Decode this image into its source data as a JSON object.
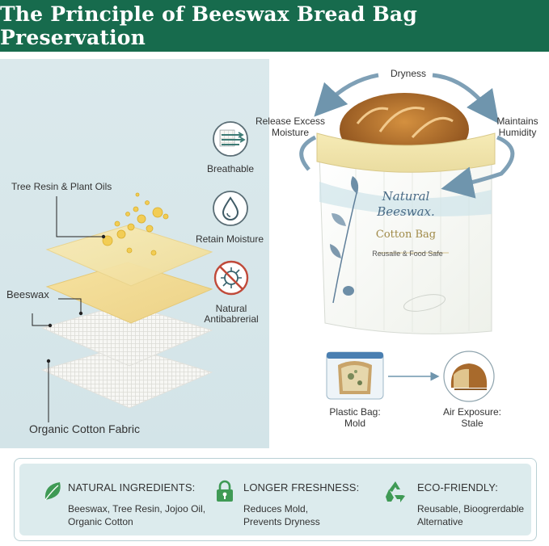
{
  "header": {
    "title": "The Principle of Beeswax Bread Bag Preservation"
  },
  "layers": {
    "resin_label": "Tree Resin & Plant Oils",
    "beeswax_label": "Beeswax",
    "cotton_label": "Organic Cotton Fabric"
  },
  "properties": [
    {
      "icon": "breathable-icon",
      "label": "Breathable"
    },
    {
      "icon": "water-drop-icon",
      "label": "Retain Moisture"
    },
    {
      "icon": "antibacterial-icon",
      "label_line1": "Natural",
      "label_line2": "Antibabrerial"
    }
  ],
  "cycle": {
    "top": "Dryness",
    "left_line1": "Release Excess",
    "left_line2": "Moisture",
    "right_line1": "Maintains",
    "right_line2": "Humidity"
  },
  "bag": {
    "brand_line1": "Natural",
    "brand_line2": "Beeswax.",
    "product": "Cotton Bag",
    "tagline": "Reusalle & Food Safe"
  },
  "comparison": {
    "plastic_line1": "Plastic Bag:",
    "plastic_line2": "Mold",
    "air_line1": "Air Exposure:",
    "air_line2": "Stale"
  },
  "features": [
    {
      "icon": "leaf-icon",
      "title": "NATURAL INGREDIENTS:",
      "body": "Beeswax, Tree Resin, Jojoo Oil, Organic Cotton"
    },
    {
      "icon": "lock-icon",
      "title": "LONGER FRESHNESS:",
      "body": "Reduces Mold, Prevents Dryness"
    },
    {
      "icon": "recycle-icon",
      "title": "ECO-FRIENDLY:",
      "body": "Reusable, Bioogrerdable Alternative"
    }
  ],
  "colors": {
    "header_green": "#176b4d",
    "panel_blue": "#d6e7ea",
    "icon_green": "#3f9a55",
    "arrow_blue": "#6f95ad",
    "wax_yellow": "#f3dc94"
  }
}
